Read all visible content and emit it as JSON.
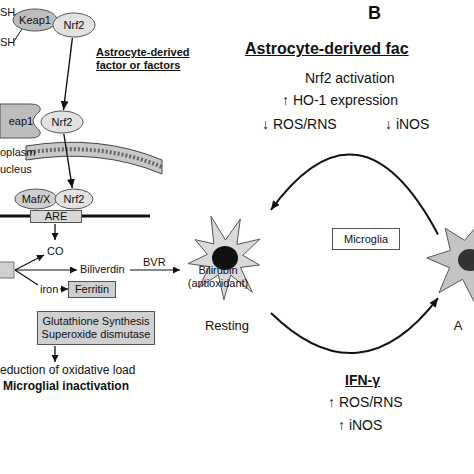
{
  "diagram": {
    "nodes": [
      {
        "text": [
          "Keap1"
        ]
      },
      {
        "text": [
          "Nrf2"
        ]
      },
      {
        "text": [
          "eap1"
        ]
      },
      {
        "text": [
          "Nrf2"
        ]
      },
      {
        "text": [
          "Maf/X"
        ]
      },
      {
        "text": [
          "Nrf2"
        ]
      },
      {
        "text": [
          "ARE"
        ]
      },
      {
        "text": [
          "Ferritin"
        ]
      },
      {
        "text": [
          "Glutathione Synthesis Superoxide dismutase"
        ]
      },
      {
        "text": [
          "Microglia"
        ]
      },
      {
        "text": [
          "Resting"
        ]
      },
      {
        "text": [
          "A"
        ]
      }
    ],
    "edges": [
      {
        "from": 1,
        "to": 3,
        "arrow": "to",
        "label": "Astrocyte-derived factor or factors"
      },
      {
        "from": 3,
        "to": 5,
        "arrow": "to"
      },
      {
        "from": 11,
        "to": 10,
        "arrow": "to"
      },
      {
        "from": 10,
        "to": 11,
        "arrow": "to"
      }
    ],
    "labels": [
      "SH",
      "SH",
      "oplasm",
      "ucleus",
      "CO",
      "Biliverdin",
      "BVR",
      "Bilirubin (antioxidant)",
      "iron",
      "eduction of oxidative load",
      "Microglial inactivation",
      "B",
      "Astrocyte-derived fac",
      "Nrf2 activation",
      "↑ HO-1 expression",
      "↓ ROS/RNS",
      "↓ iNOS",
      "IFN-γ",
      "↑ ROS/RNS",
      "↑ iNOS"
    ]
  }
}
